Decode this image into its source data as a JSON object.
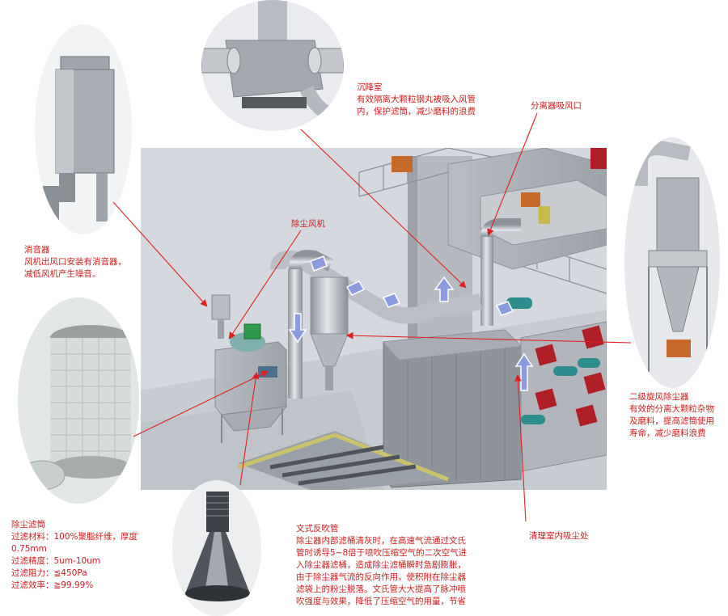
{
  "callouts": {
    "settling_chamber": {
      "title": "沉降室",
      "lines": [
        "有效隔离大颗粒钢丸被吸入风管",
        "内，保护滤筒，减少磨料的浪费"
      ]
    },
    "separator_inlet": {
      "title": "分离器吸风口"
    },
    "dust_fan": {
      "title": "除尘风机"
    },
    "silencer": {
      "title": "消音器",
      "lines": [
        "风机出风口安装有消音器，",
        "减低风机产生噪音。"
      ]
    },
    "cyclone": {
      "title": "二级旋风除尘器",
      "lines": [
        "有效的分离大颗粒杂物",
        "及磨料，提高滤筒使用",
        "寿命，减少磨料浪费"
      ]
    },
    "filter": {
      "title": "除尘滤筒",
      "lines": [
        "过滤材料：100%聚脂纤维，厚度",
        "0.75mm",
        "过滤精度：5um-10um",
        "过滤阻力：≦450Pa",
        "过滤效率：≧99.99%"
      ]
    },
    "venturi": {
      "title": "文式反吹管",
      "lines": [
        "除尘器内部滤桶清灰时，在高速气流通过文氏",
        "管时诱导5~8倍于喷吹压缩空气的二次空气进",
        "入除尘器滤桶，造成除尘滤桶瞬时急剧膨胀，",
        "由于除尘器气流的反向作用，使积附在除尘器",
        "滤袋上的粉尘脱落。文氏管大大提高了脉冲喷",
        "吹强度与效果，降低了压缩空气的用量，节省"
      ]
    },
    "room_suction": {
      "title": "清理室内吸尘处"
    }
  },
  "colors": {
    "label_red": "#cc1f1f",
    "arrow_red": "#e02020",
    "steel": "#a9adb3",
    "yellow_rail": "#c9c46a",
    "motor_orange": "#c66a2a",
    "fan_green": "#2e9a4a",
    "teal_nozzle": "#2e8d8d",
    "red_valve": "#b01f25",
    "flow_arrow": "#8c9be0"
  }
}
